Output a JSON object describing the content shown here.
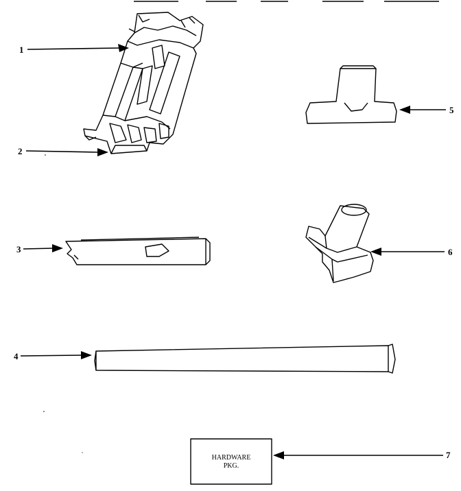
{
  "parts": [
    {
      "id": "1",
      "label": "1"
    },
    {
      "id": "2",
      "label": "2"
    },
    {
      "id": "3",
      "label": "3"
    },
    {
      "id": "4",
      "label": "4"
    },
    {
      "id": "5",
      "label": "5"
    },
    {
      "id": "6",
      "label": "6"
    },
    {
      "id": "7",
      "label": "7"
    }
  ],
  "hardware_package": {
    "line1": "HARDWARE",
    "line2": "PKG."
  }
}
